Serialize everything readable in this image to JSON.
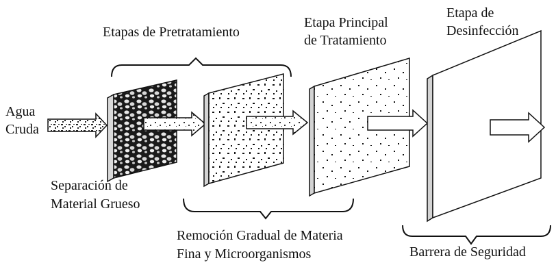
{
  "labels": {
    "agua": "Agua",
    "cruda": "Cruda",
    "pretratamiento": "Etapas de Pretratamiento",
    "principal_line1": "Etapa Principal",
    "principal_line2": "de Tratamiento",
    "desinfeccion_line1": "Etapa de",
    "desinfeccion_line2": "Desinfección",
    "separacion_line1": "Separación de",
    "separacion_line2": "Material Grueso",
    "remocion_line1": "Remoción Gradual de Materia",
    "remocion_line2": "Fina y Microorganismos",
    "barrera": "Barrera de Seguridad"
  },
  "colors": {
    "ink": "#111111",
    "panel": "#ffffff"
  }
}
